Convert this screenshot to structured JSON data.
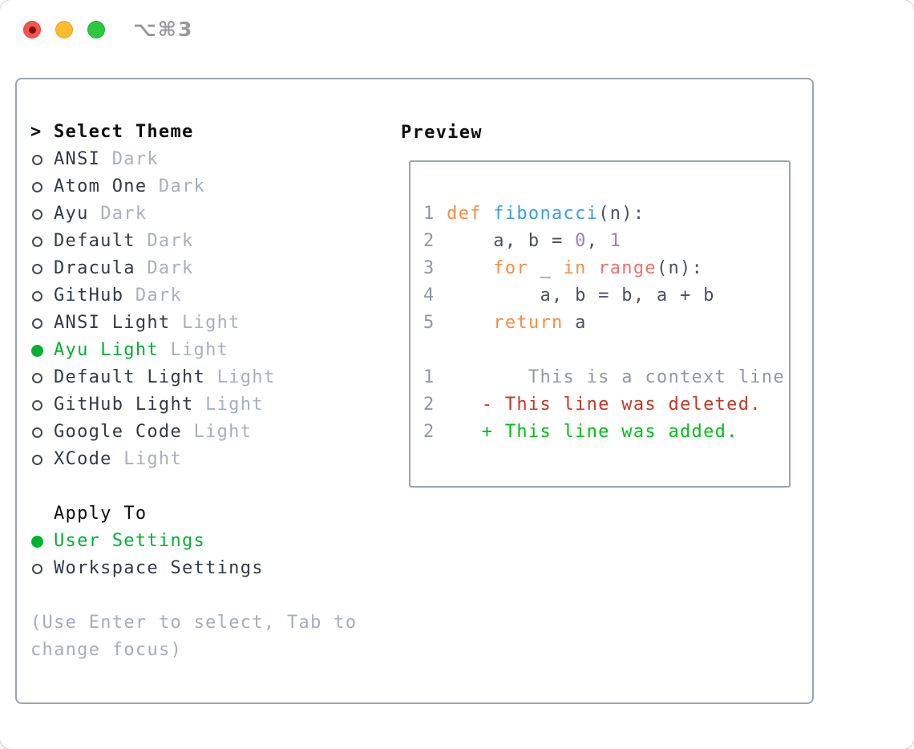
{
  "titlebar": {
    "title": "⌥⌘3",
    "traffic_lights": [
      "close",
      "minimize",
      "zoom"
    ]
  },
  "colors": {
    "border": "#9ba3ae",
    "title": "#98999d",
    "black": "#0c0e10",
    "item_name": "#333a44",
    "variant_tag": "#a9b0bc",
    "hint": "#a6adb8",
    "selected_green": "#00b22d",
    "line_number": "#8f97a3",
    "code_default": "#4b525d",
    "keyword_orange": "#fa8d3e",
    "function_blue": "#3b9fe0",
    "number_purple": "#a37acc",
    "call_coral": "#f0716f",
    "diff_context": "#9298a2",
    "diff_deleted": "#c23727",
    "diff_added": "#00bf17",
    "traffic_red": "#f4564d",
    "traffic_red_dot": "#7d130a",
    "traffic_yellow": "#fcbc2d",
    "traffic_green": "#2cc840"
  },
  "left_panel": {
    "header": {
      "prompt": ">",
      "label": "Select Theme"
    },
    "themes": [
      {
        "name": "ANSI",
        "tag": "Dark",
        "selected": false
      },
      {
        "name": "Atom One",
        "tag": "Dark",
        "selected": false
      },
      {
        "name": "Ayu",
        "tag": "Dark",
        "selected": false
      },
      {
        "name": "Default",
        "tag": "Dark",
        "selected": false
      },
      {
        "name": "Dracula",
        "tag": "Dark",
        "selected": false
      },
      {
        "name": "GitHub",
        "tag": "Dark",
        "selected": false
      },
      {
        "name": "ANSI Light",
        "tag": "Light",
        "selected": false
      },
      {
        "name": "Ayu Light",
        "tag": "Light",
        "selected": true
      },
      {
        "name": "Default Light",
        "tag": "Light",
        "selected": false
      },
      {
        "name": "GitHub Light",
        "tag": "Light",
        "selected": false
      },
      {
        "name": "Google Code",
        "tag": "Light",
        "selected": false
      },
      {
        "name": "XCode",
        "tag": "Light",
        "selected": false
      }
    ],
    "apply_to": {
      "label": "Apply To",
      "options": [
        {
          "label": "User Settings",
          "selected": true
        },
        {
          "label": "Workspace Settings",
          "selected": false
        }
      ]
    },
    "hint": "(Use Enter to select, Tab to change focus)"
  },
  "preview": {
    "heading": "Preview",
    "lines": [
      {
        "num": "1",
        "tokens": [
          {
            "t": " ",
            "c": "default"
          },
          {
            "t": "def",
            "c": "keyword"
          },
          {
            "t": " ",
            "c": "default"
          },
          {
            "t": "fibonacci",
            "c": "function"
          },
          {
            "t": "(n):",
            "c": "default"
          }
        ]
      },
      {
        "num": "2",
        "tokens": [
          {
            "t": "     a, b = ",
            "c": "default"
          },
          {
            "t": "0",
            "c": "number"
          },
          {
            "t": ", ",
            "c": "default"
          },
          {
            "t": "1",
            "c": "number"
          }
        ]
      },
      {
        "num": "3",
        "tokens": [
          {
            "t": "     ",
            "c": "default"
          },
          {
            "t": "for",
            "c": "keyword"
          },
          {
            "t": " _ ",
            "c": "default"
          },
          {
            "t": "in",
            "c": "keyword"
          },
          {
            "t": " ",
            "c": "default"
          },
          {
            "t": "range",
            "c": "call"
          },
          {
            "t": "(n):",
            "c": "default"
          }
        ]
      },
      {
        "num": "4",
        "tokens": [
          {
            "t": "         a, b = b, a + b",
            "c": "default"
          }
        ]
      },
      {
        "num": "5",
        "tokens": [
          {
            "t": "     ",
            "c": "default"
          },
          {
            "t": "return",
            "c": "keyword"
          },
          {
            "t": " a",
            "c": "default"
          }
        ]
      },
      {
        "num": "",
        "tokens": []
      },
      {
        "num": "1",
        "tokens": [
          {
            "t": "        This is a context line.",
            "c": "context"
          }
        ]
      },
      {
        "num": "2",
        "tokens": [
          {
            "t": "    - This line was deleted.",
            "c": "deleted"
          }
        ]
      },
      {
        "num": "2",
        "tokens": [
          {
            "t": "    + This line was added.",
            "c": "added"
          }
        ]
      }
    ]
  }
}
